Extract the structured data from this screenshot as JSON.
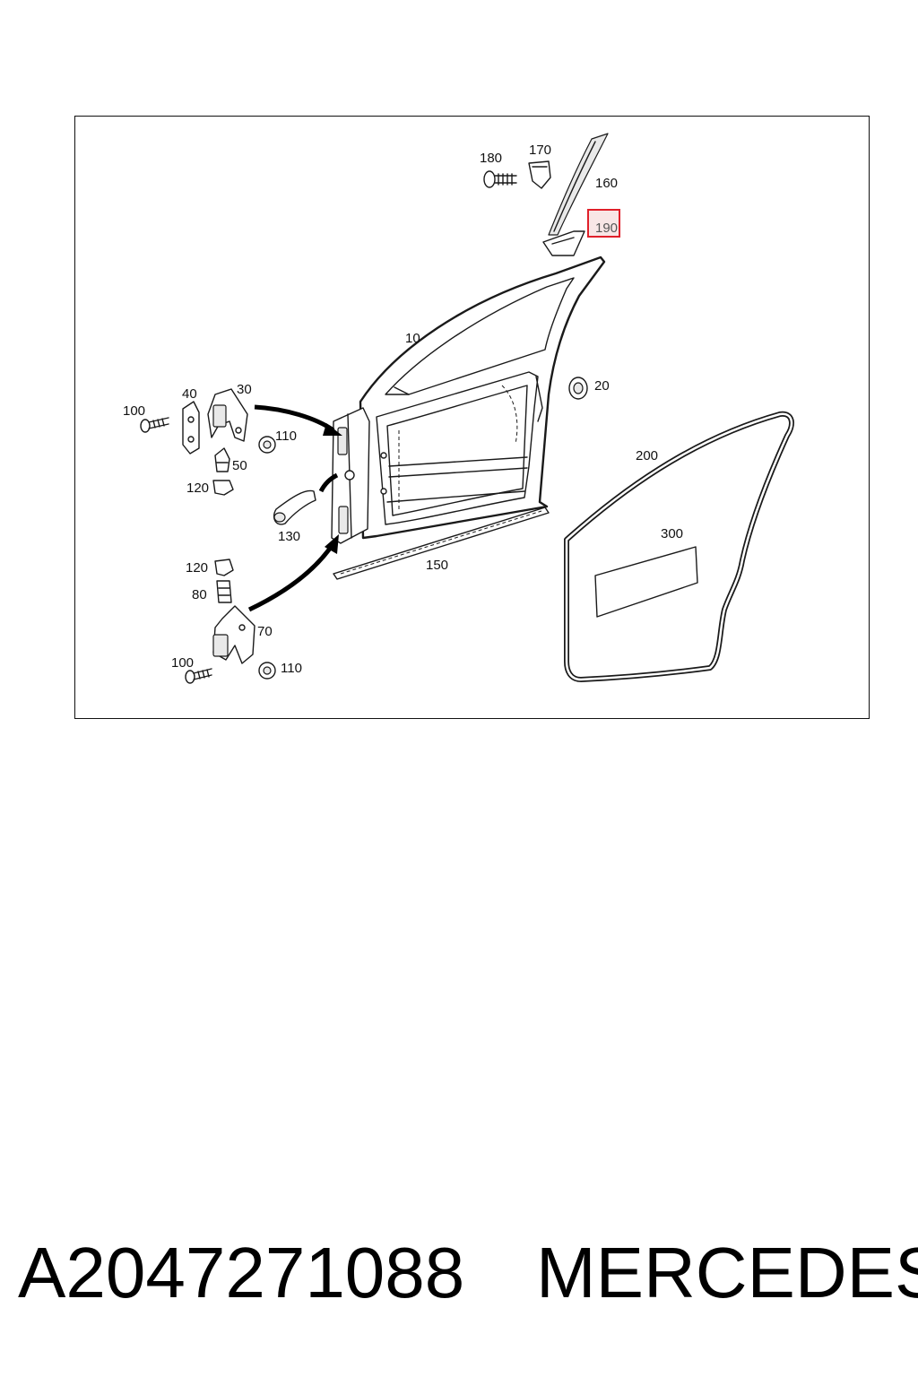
{
  "diagram": {
    "labels": {
      "p10": "10",
      "p20": "20",
      "p30": "30",
      "p40": "40",
      "p50": "50",
      "p70": "70",
      "p80": "80",
      "p100a": "100",
      "p100b": "100",
      "p110a": "110",
      "p110b": "110",
      "p120a": "120",
      "p120b": "120",
      "p130": "130",
      "p150": "150",
      "p160": "160",
      "p170": "170",
      "p180": "180",
      "p190": "190",
      "p200": "200",
      "p300": "300"
    },
    "highlight_color": "#e0202a",
    "highlighted_part": "190"
  },
  "footer": {
    "part_number": "A2047271088",
    "brand": "MERCEDES"
  }
}
